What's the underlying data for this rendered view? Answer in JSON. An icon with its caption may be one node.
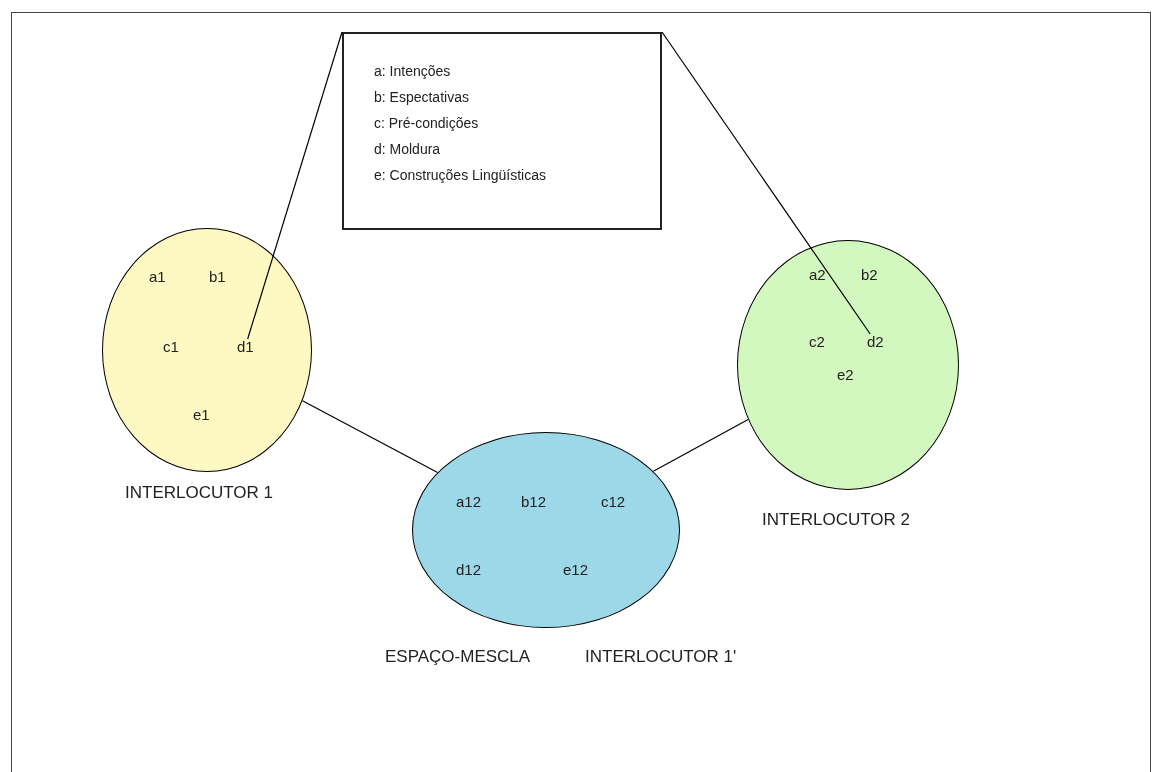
{
  "diagram": {
    "nodes": [
      {
        "text": [
          "a: Intenções",
          "b: Espectativas",
          "c: Pré-condições",
          "d: Moldura",
          "e: Construções Lingüísticas"
        ]
      },
      {
        "text": [
          "a1",
          "b1",
          "c1",
          "e1"
        ],
        "beside": [
          "INTERLOCUTOR 1"
        ]
      },
      {
        "text": [
          "d1"
        ],
        "in": 1
      },
      {
        "text": [
          "a2",
          "b2",
          "c2",
          "e2"
        ],
        "beside": [
          "INTERLOCUTOR 2"
        ]
      },
      {
        "text": [
          "d2"
        ],
        "in": 3
      },
      {
        "text": [
          "a12",
          "b12",
          "c12",
          "d12",
          "e12"
        ],
        "beside": [
          "ESPAÇO-MESCLA",
          "INTERLOCUTOR 1'"
        ]
      }
    ],
    "edges": [
      {
        "from": 0,
        "to": 2,
        "arrow": "none"
      },
      {
        "from": 0,
        "to": 4,
        "arrow": "none"
      },
      {
        "from": 1,
        "to": 5,
        "arrow": "none"
      },
      {
        "from": 3,
        "to": 5,
        "arrow": "none"
      }
    ]
  }
}
